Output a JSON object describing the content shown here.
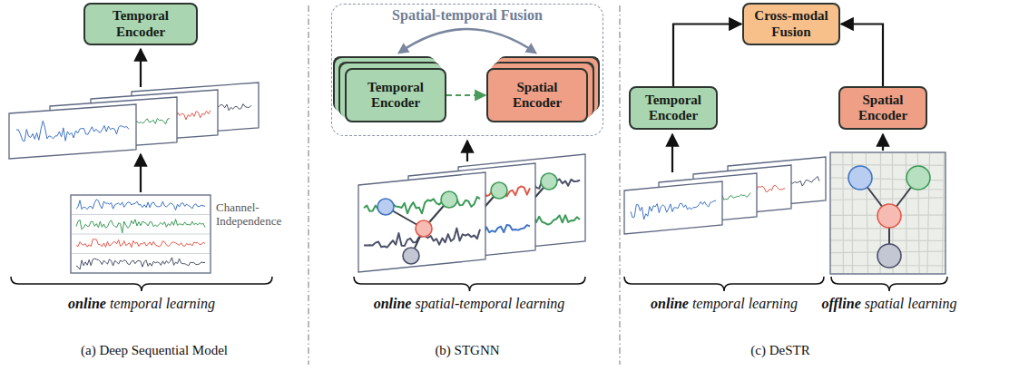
{
  "diagram": {
    "nodes": [
      {
        "text": [
          "Temporal Encoder"
        ]
      },
      {
        "text": [
          "Spatial-temporal Fusion"
        ]
      },
      {
        "text": [
          "Temporal Encoder"
        ],
        "in": 1
      },
      {
        "text": [
          "Spatial Encoder"
        ],
        "in": 1
      },
      {
        "text": [
          "Cross-modal Fusion"
        ]
      },
      {
        "text": [
          "Temporal Encoder"
        ]
      },
      {
        "text": [
          "Spatial Encoder"
        ]
      }
    ],
    "edges": [
      {
        "from": 2,
        "to": 3,
        "arrow": "to"
      },
      {
        "from": 5,
        "to": 4,
        "arrow": "to"
      },
      {
        "from": 6,
        "to": 4,
        "arrow": "to"
      }
    ],
    "labels": [
      "Channel-Independence",
      "online temporal learning",
      "(a) Deep Sequential Model",
      "online spatial-temporal learning",
      "(b) STGNN",
      "online temporal learning",
      "offline spatial learning",
      "(c) DeSTR"
    ]
  }
}
